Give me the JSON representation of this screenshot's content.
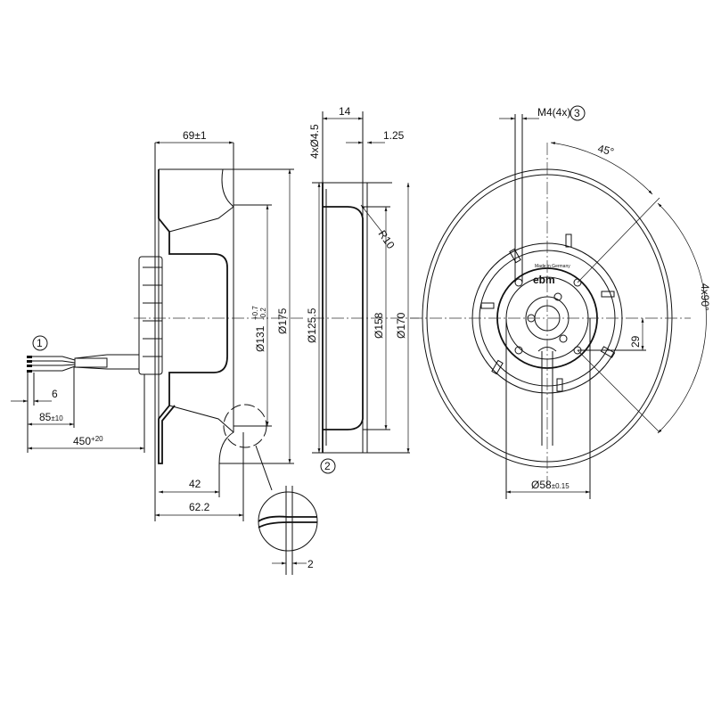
{
  "drawing": {
    "side_view": {
      "width_dim": "69±1",
      "dia_inner": "Ø131",
      "dia_inner_tol_upper": "+0.7",
      "dia_inner_tol_lower": "-0.2",
      "dia_outer": "Ø175",
      "depth_42": "42",
      "depth_62": "62.2",
      "strip_len": "6",
      "lead_len": "85",
      "lead_tol": "±10",
      "cable_len": "450",
      "cable_tol": "+20",
      "callout_1": "1",
      "callout_2": "2",
      "detail_dim": "2"
    },
    "section_view": {
      "width_14": "14",
      "thickness": "1.25",
      "holes": "4xØ4.5",
      "radius": "R10",
      "dia_125": "Ø125.5",
      "dia_158": "Ø158",
      "dia_170": "Ø170"
    },
    "front_view": {
      "thread": "M4(4x)",
      "callout_3": "3",
      "angle_45": "45°",
      "angle_90": "4x90°",
      "offset_29": "29",
      "hub_dia": "Ø58",
      "hub_tol": "±0.15",
      "logo": "ebm",
      "made_in": "Made in Germany"
    }
  }
}
